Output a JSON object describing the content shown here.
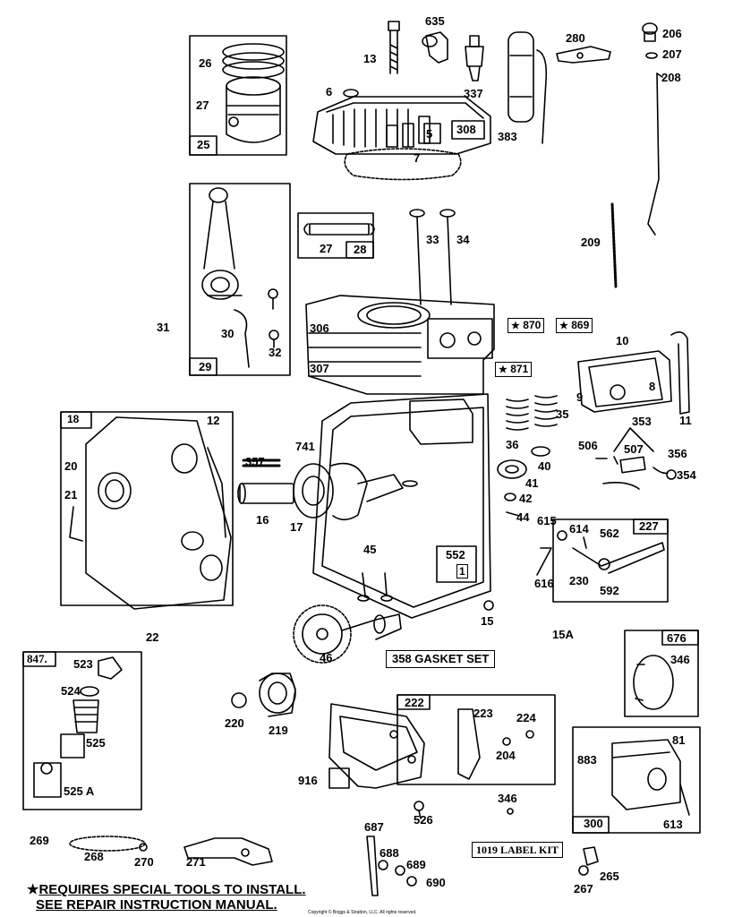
{
  "parts": {
    "p635": "635",
    "p13": "13",
    "p337": "337",
    "p6": "6",
    "p5": "5",
    "p308": "308",
    "p7": "7",
    "p383": "383",
    "p280": "280",
    "p206": "206",
    "p207": "207",
    "p208": "208",
    "p26": "26",
    "p27a": "27",
    "p25": "25",
    "p27b": "27",
    "p28": "28",
    "p33": "33",
    "p34": "34",
    "p209": "209",
    "p31": "31",
    "p30": "30",
    "p32": "32",
    "p29": "29",
    "p306": "306",
    "p307": "307",
    "p870": "870",
    "p869": "869",
    "p871": "871",
    "p10": "10",
    "p8": "8",
    "p9": "9",
    "p11": "11",
    "p18": "18",
    "p12": "12",
    "p20": "20",
    "p21": "21",
    "p357": "357",
    "p741": "741",
    "p16": "16",
    "p17": "17",
    "p35": "35",
    "p36": "36",
    "p40": "40",
    "p41": "41",
    "p42": "42",
    "p44": "44",
    "p353": "353",
    "p506": "506",
    "p507": "507",
    "p356": "356",
    "p354": "354",
    "p615": "615",
    "p614": "614",
    "p227": "227",
    "p562": "562",
    "p45": "45",
    "p552": "552",
    "p1": "1",
    "p616": "616",
    "p230": "230",
    "p592": "592",
    "p15": "15",
    "p15a": "15A",
    "p22": "22",
    "p46": "46",
    "p676": "676",
    "p346a": "346",
    "p847": "847.",
    "p523": "523",
    "p524": "524",
    "p525": "525",
    "p525a": "525 A",
    "p220": "220",
    "p219": "219",
    "p222": "222",
    "p223": "223",
    "p224": "224",
    "p204": "204",
    "p883": "883",
    "p81": "81",
    "p916": "916",
    "p346b": "346",
    "p526": "526",
    "p300": "300",
    "p613": "613",
    "p269": "269",
    "p268": "268",
    "p270": "270",
    "p271": "271",
    "p687": "687",
    "p688": "688",
    "p689": "689",
    "p690": "690",
    "p265": "265",
    "p267": "267"
  },
  "star": "★",
  "gasket_set": "358 GASKET SET",
  "label_kit": "1019 LABEL KIT",
  "note_line1": "REQUIRES SPECIAL TOOLS TO INSTALL.",
  "note_line2": "SEE REPAIR INSTRUCTION MANUAL.",
  "note_star": "★",
  "copyright": "Copyright © Briggs & Stratton, LLC. All rights reserved."
}
